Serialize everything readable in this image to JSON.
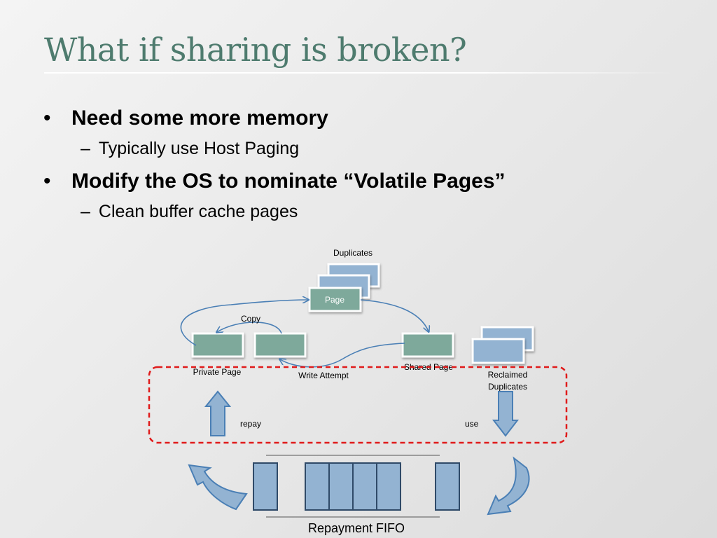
{
  "slide": {
    "title": "What if sharing is broken?",
    "bullets": [
      {
        "bullet_char": "•",
        "text": "Need some more memory",
        "sub": "Typically use Host Paging"
      },
      {
        "bullet_char": "•",
        "text": "Modify the OS to nominate “Volatile Pages”",
        "sub": "Clean buffer cache pages"
      }
    ],
    "sub_dash": "–"
  },
  "diagram": {
    "labels": {
      "duplicates": "Duplicates",
      "page": "Page",
      "copy": "Copy",
      "private_page": "Private Page",
      "write_attempt": "Write Attempt",
      "shared_page": "Shared Page",
      "reclaimed": "Reclaimed",
      "duplicates_2": "Duplicates",
      "repay": "repay",
      "use": "use",
      "repayment_fifo": "Repayment FIFO"
    },
    "colors": {
      "title": "#4e7b6e",
      "page_green": "#7ea99b",
      "page_blue": "#93b3d2",
      "arrow_blue": "#4a7fb5",
      "dashed_red": "#e01b1b",
      "fifo_fill": "#93b3d2",
      "fifo_stroke": "#2f4a68"
    }
  }
}
